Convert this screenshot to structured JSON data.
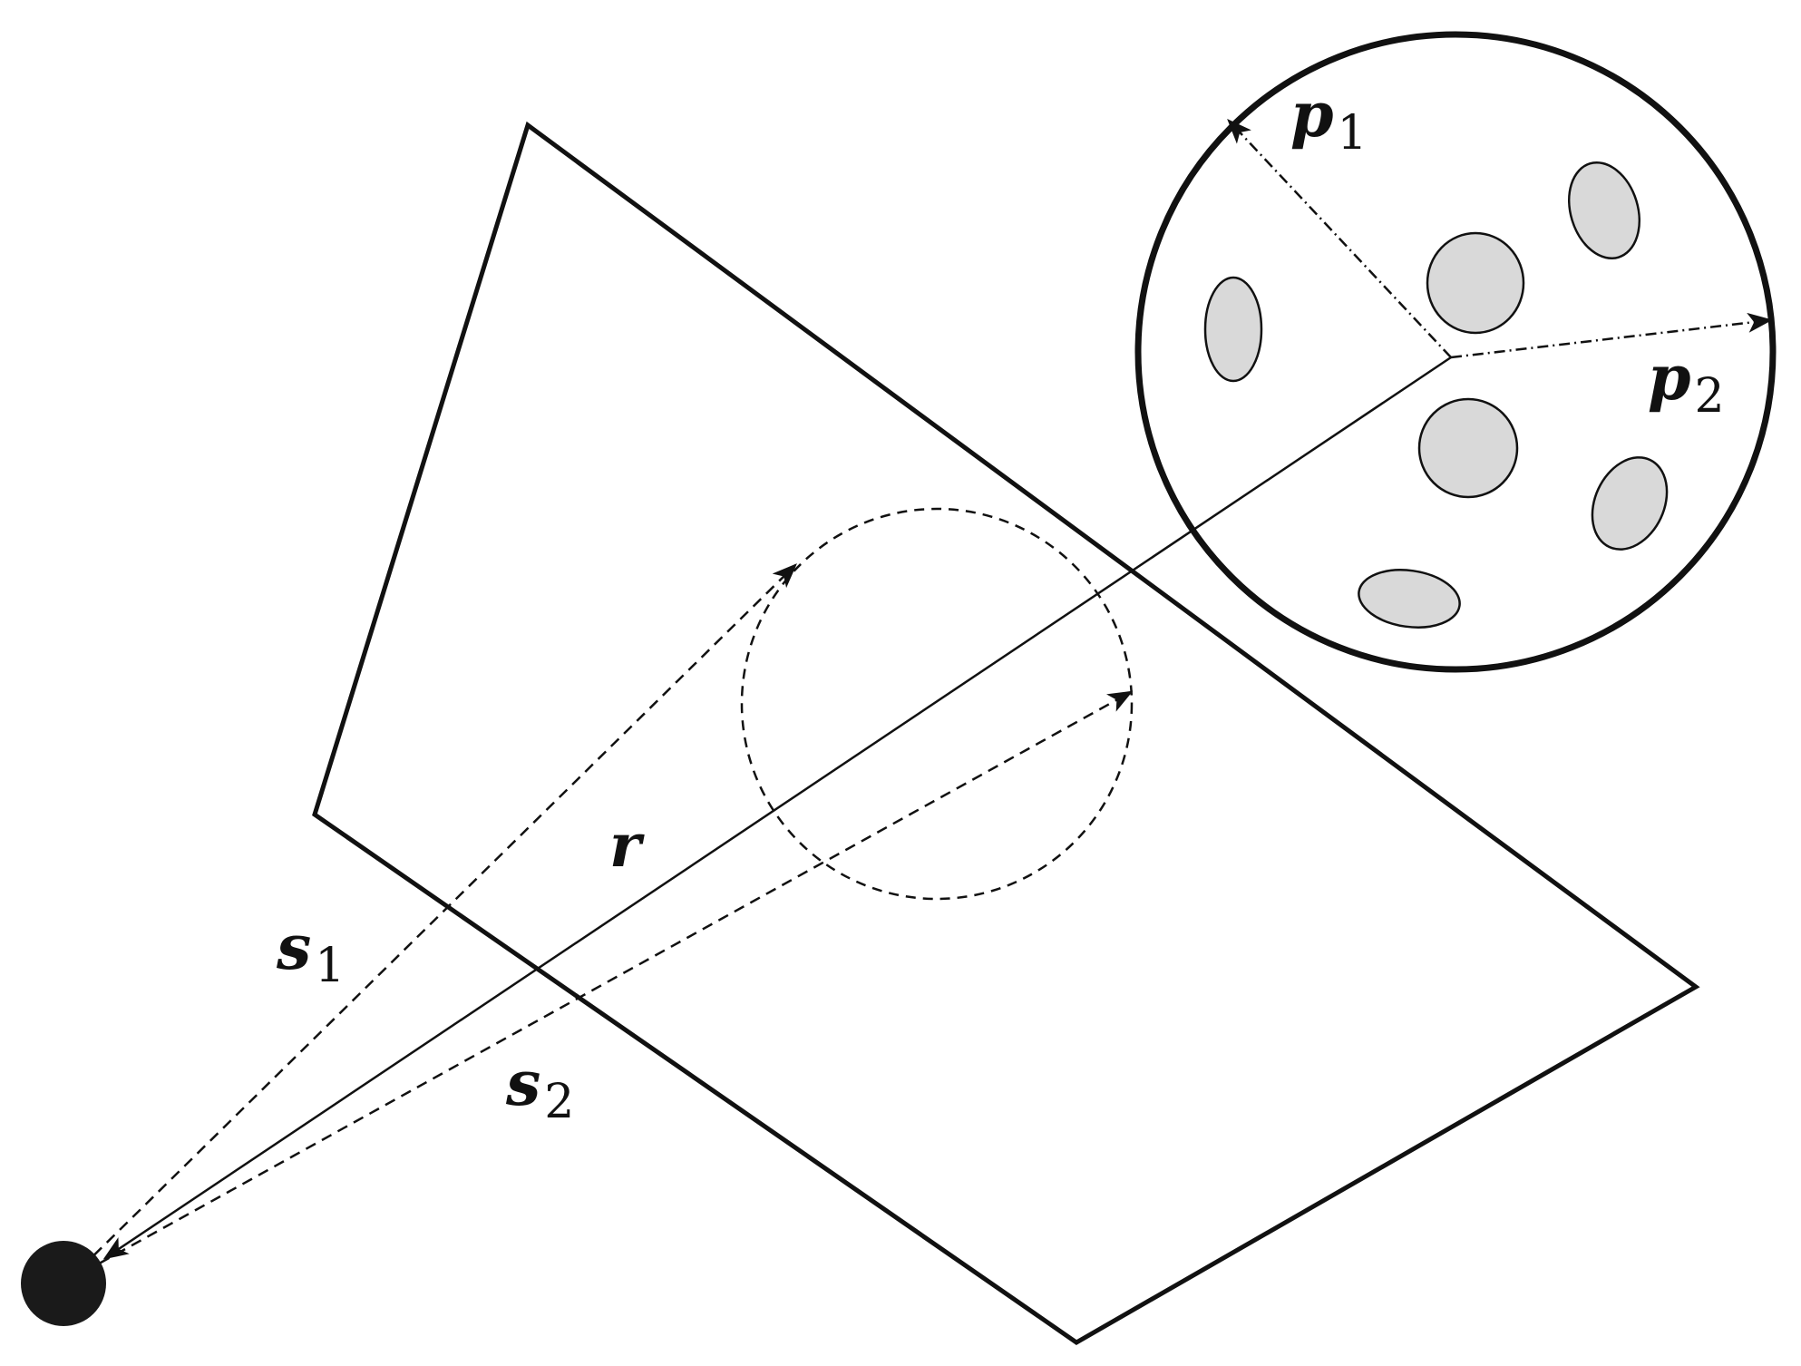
{
  "labels": {
    "r": {
      "main": "r",
      "sub": ""
    },
    "s1": {
      "main": "s",
      "sub": "1"
    },
    "s2": {
      "main": "s",
      "sub": "2"
    },
    "p1": {
      "main": "p",
      "sub": "1"
    },
    "p2": {
      "main": "p",
      "sub": "2"
    }
  },
  "colors": {
    "stroke": "#111111",
    "particle_fill": "#d9d9d9",
    "source_fill": "#1a1a1a"
  },
  "icons": {
    "source": "source-dot-icon",
    "zoom": "magnified-circle-icon"
  }
}
